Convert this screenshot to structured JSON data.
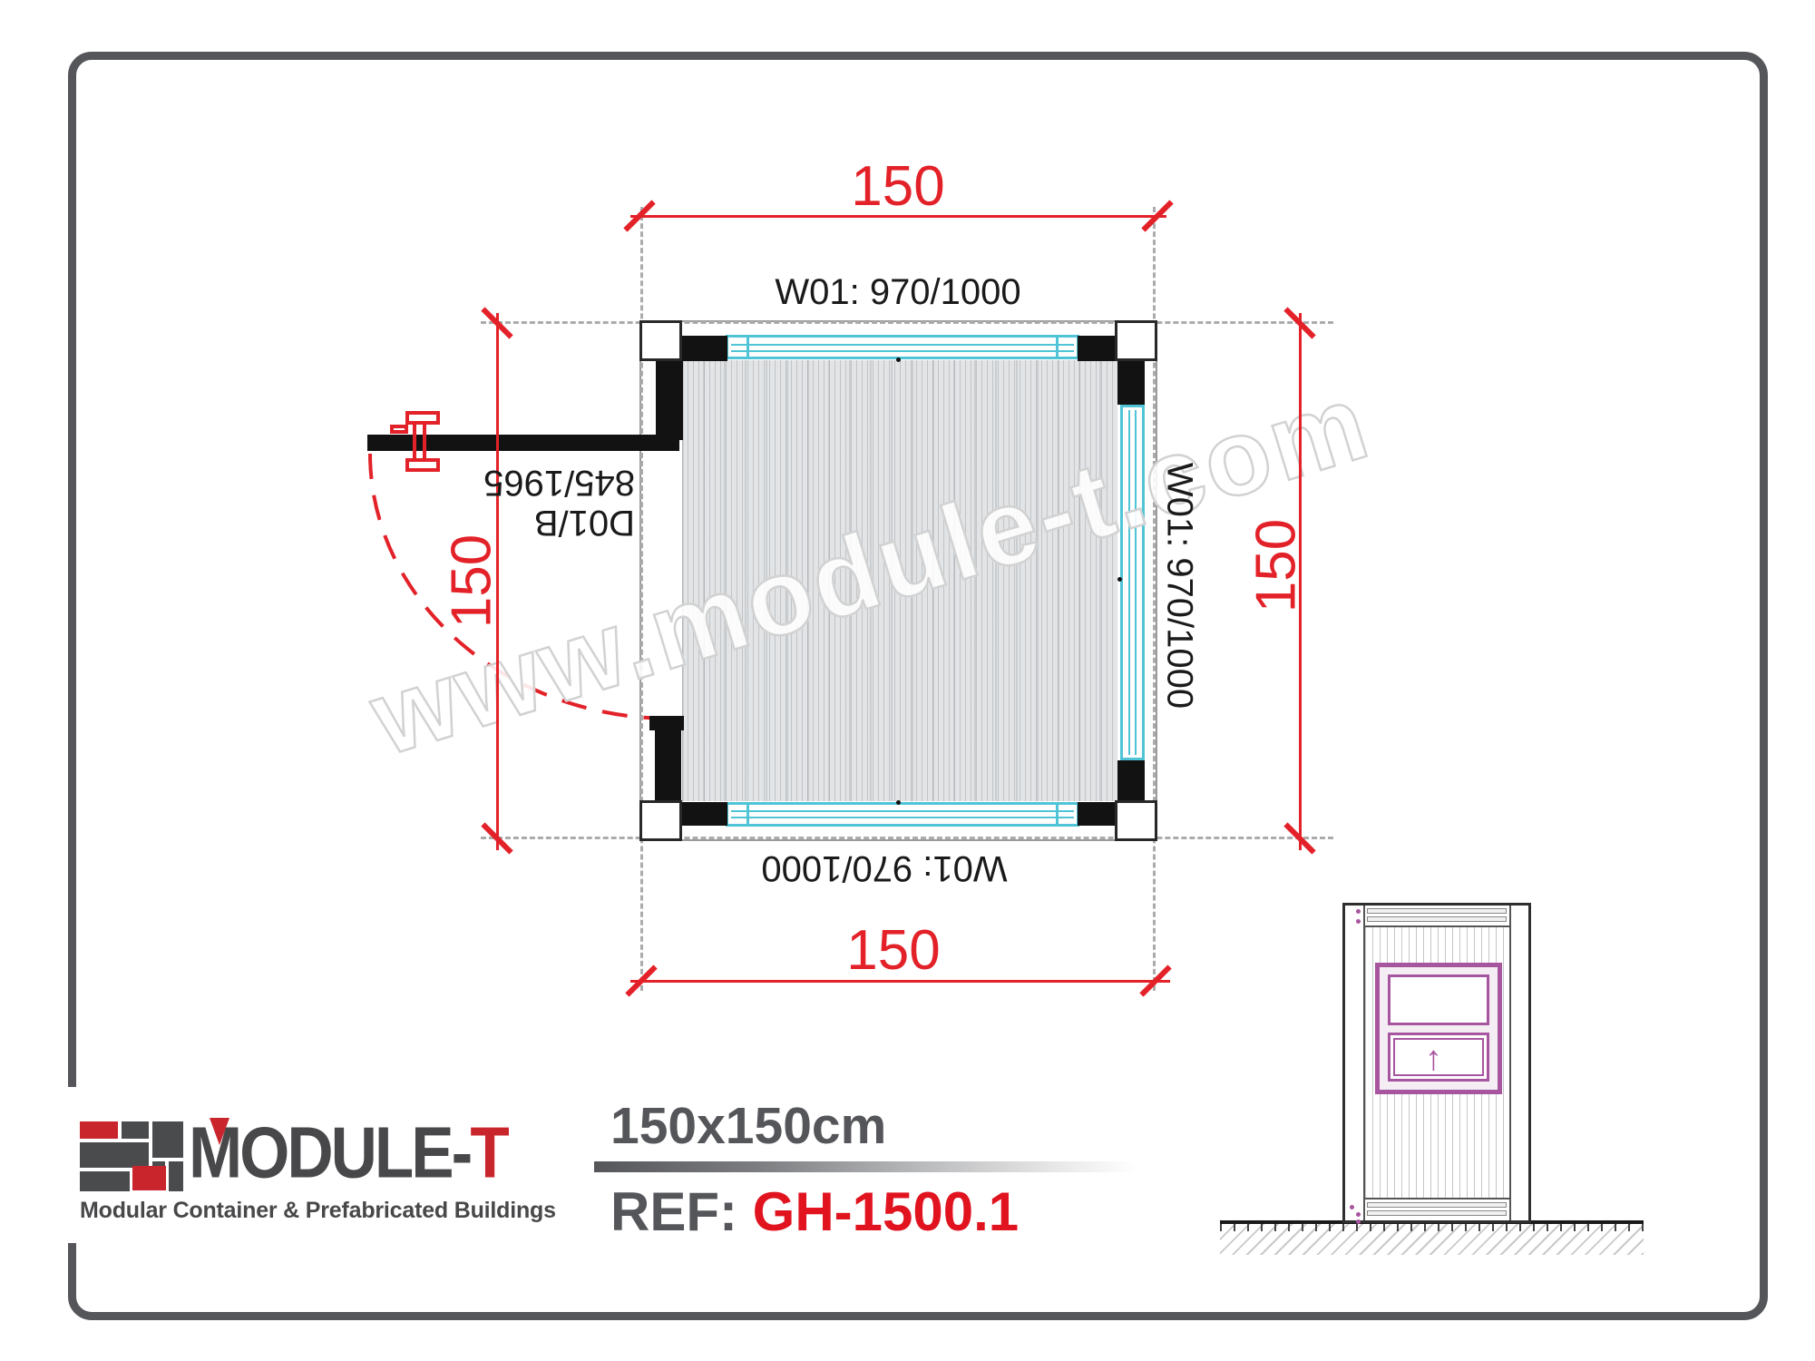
{
  "watermark": {
    "text": "www.module-t.com"
  },
  "plan": {
    "dim_top": "150",
    "dim_bottom": "150",
    "dim_left": "150",
    "dim_right": "150",
    "window_label_top": "W01: 970/1000",
    "window_label_right": "W01: 970/1000",
    "window_label_bottom": "W01: 970/1000",
    "door_label_code": "D01/B",
    "door_label_size": "845/1965"
  },
  "elevation": {
    "arrow": "↑"
  },
  "logo": {
    "name_main": "MODULE",
    "name_sep": "-",
    "name_t": "T",
    "tagline": "Modular Container & Prefabricated Buildings"
  },
  "title_block": {
    "size": "150x150cm",
    "ref_label": "REF:",
    "ref_value": "GH-1500.1"
  },
  "colors": {
    "dimension_red": "#e32128",
    "window_cyan": "#4fc4d6",
    "elevation_purple": "#a855a0",
    "logo_red": "#c9252c",
    "ref_red": "#e0131f",
    "dark_gray": "#55565a"
  }
}
